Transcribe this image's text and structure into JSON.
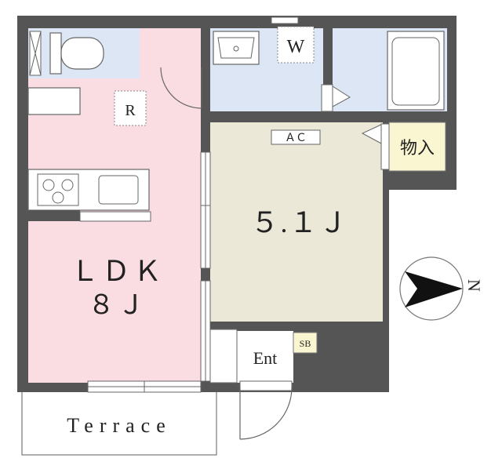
{
  "rooms": {
    "ldk": {
      "name": "ＬＤＫ",
      "size": "８Ｊ"
    },
    "western": {
      "size": "５.１Ｊ"
    },
    "refrigerator": {
      "label": "R"
    },
    "washer": {
      "label": "W"
    },
    "aircon": {
      "label": "ＡＣ"
    },
    "storage": {
      "label": "物入"
    },
    "entrance": {
      "label": "Ent"
    },
    "shoe_box": {
      "label": "SB"
    },
    "terrace": {
      "label": "Terrace"
    }
  },
  "compass": {
    "label": "N"
  },
  "colors": {
    "wall": "#555555",
    "ldk_floor": "#f9dde2",
    "western_floor": "#ebe8d8",
    "wet_floor": "#dce6f4",
    "storage_floor": "#faf6d2",
    "line": "#666666"
  }
}
